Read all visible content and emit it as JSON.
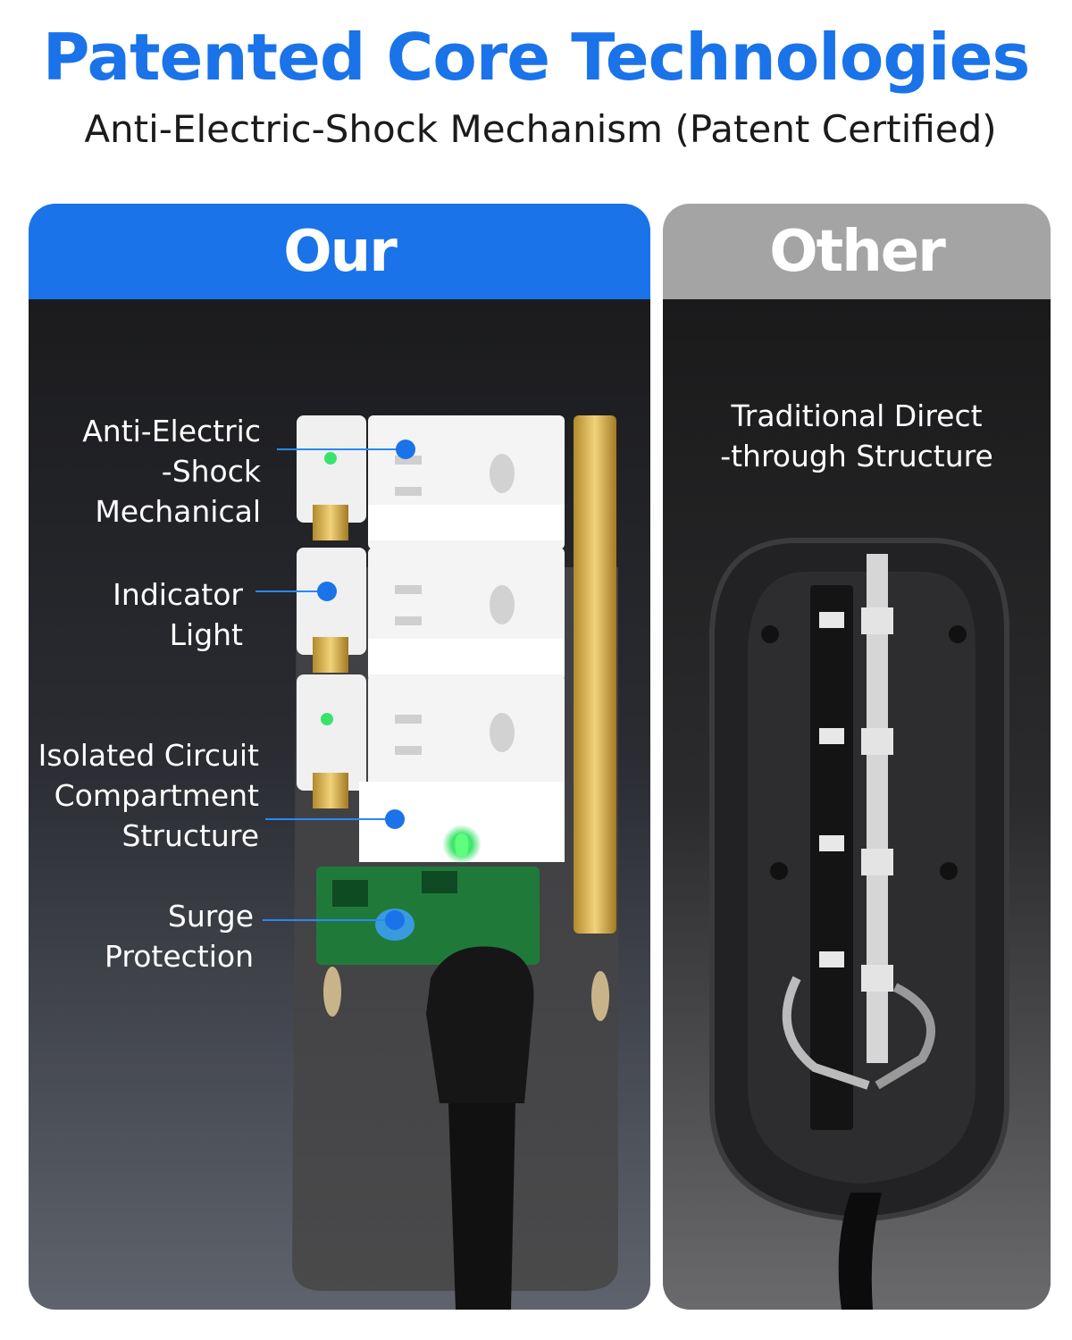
{
  "header": {
    "title": "Patented Core Technologies",
    "subtitle": "Anti-Electric-Shock Mechanism (Patent Certified)"
  },
  "colors": {
    "accent": "#1a73e8",
    "other_header": "#a4a4a4",
    "indicator_green": "#39e36a"
  },
  "ours": {
    "header": "Our",
    "callouts": [
      {
        "lines": [
          "Anti-Electric",
          "-Shock",
          "Mechanical"
        ]
      },
      {
        "lines": [
          "Indicator",
          "Light"
        ]
      },
      {
        "lines": [
          "Isolated Circuit",
          "Compartment",
          "Structure"
        ]
      },
      {
        "lines": [
          "Surge",
          "Protection"
        ]
      }
    ]
  },
  "other": {
    "header": "Other",
    "description_lines": [
      "Traditional Direct",
      "-through Structure"
    ]
  }
}
